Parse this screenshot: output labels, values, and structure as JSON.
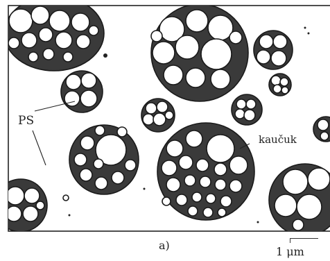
{
  "labels": {
    "polymer": "PS",
    "rubber": "kaučuk",
    "caption": "a)",
    "scale": "1 μm"
  },
  "colors": {
    "ink": "#1a1a1a",
    "matrix": "#ffffff",
    "phase_fill": "#3a3a3a"
  }
}
